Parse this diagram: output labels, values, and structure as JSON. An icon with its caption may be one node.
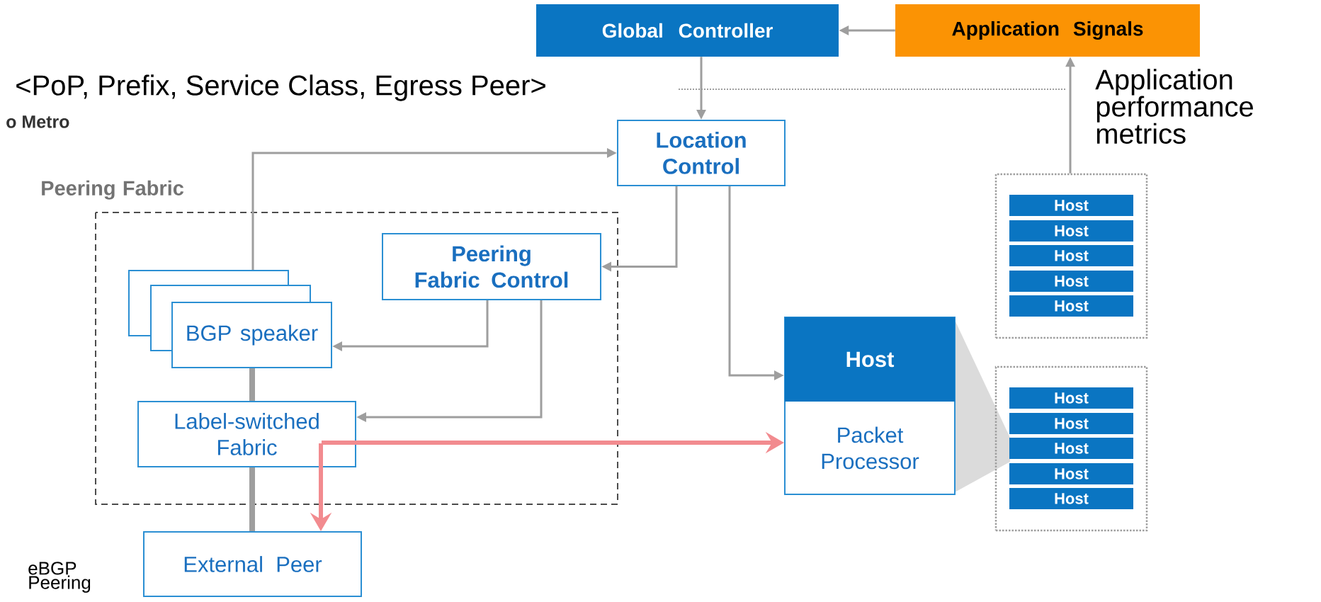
{
  "diagram": {
    "nodes": [
      {
        "text": [
          "Global Controller"
        ]
      },
      {
        "text": [
          "Application Signals"
        ]
      },
      {
        "text": [
          "Location Control"
        ]
      },
      {
        "text": [
          "Peering Fabric"
        ]
      },
      {
        "text": [
          "Peering Fabric Control"
        ],
        "in": 3
      },
      {
        "text": [
          "BGP speaker"
        ],
        "in": 3
      },
      {
        "text": [
          "Label-switched Fabric"
        ],
        "in": 3
      },
      {
        "text": [
          "External Peer"
        ]
      },
      {
        "text": [
          "Host",
          "Packet Processor"
        ]
      },
      {
        "text": [],
        "shape": "box"
      },
      {
        "text": [
          "Host"
        ],
        "in": 9
      },
      {
        "text": [
          "Host"
        ],
        "in": 9
      },
      {
        "text": [
          "Host"
        ],
        "in": 9
      },
      {
        "text": [
          "Host"
        ],
        "in": 9
      },
      {
        "text": [
          "Host"
        ],
        "in": 9
      },
      {
        "text": [],
        "shape": "box"
      },
      {
        "text": [
          "Host"
        ],
        "in": 15
      },
      {
        "text": [
          "Host"
        ],
        "in": 15
      },
      {
        "text": [
          "Host"
        ],
        "in": 15
      },
      {
        "text": [
          "Host"
        ],
        "in": 15
      },
      {
        "text": [
          "Host"
        ],
        "in": 15
      },
      {
        "text": [],
        "shape": "wedge"
      }
    ],
    "edges": [
      {
        "from": 1,
        "to": 0,
        "arrow": "to"
      },
      {
        "from": 0,
        "to": 2,
        "arrow": "to"
      },
      {
        "from": 5,
        "to": 2,
        "arrow": "to"
      },
      {
        "from": 2,
        "to": 4,
        "arrow": "to"
      },
      {
        "from": 2,
        "to": 8,
        "arrow": "to"
      },
      {
        "from": 4,
        "to": 5,
        "arrow": "to"
      },
      {
        "from": 4,
        "to": 6,
        "arrow": "to"
      },
      {
        "from": 5,
        "to": 6,
        "arrow": "none",
        "style": "thick"
      },
      {
        "from": 6,
        "to": 7,
        "arrow": "none",
        "style": "thick"
      },
      {
        "from": 6,
        "to": 7,
        "arrow": "to",
        "style": "thick",
        "color": "#f28b8f"
      },
      {
        "from": 6,
        "to": 8,
        "arrow": "to",
        "style": "thick",
        "color": "#f28b8f"
      },
      {
        "from": 9,
        "to": 1,
        "arrow": "to",
        "label": "Application performance metrics"
      }
    ],
    "labels": [
      "<PoP, Prefix, Service Class, Egress Peer>",
      "o Metro",
      "eBGP Peering"
    ]
  }
}
